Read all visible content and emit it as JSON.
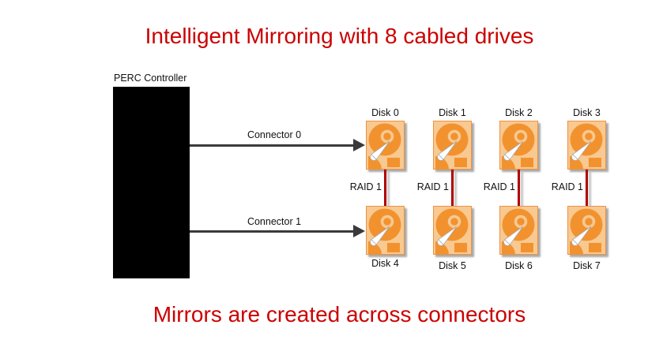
{
  "title": "Intelligent Mirroring with 8 cabled drives",
  "caption": "Mirrors are created across connectors",
  "controller": {
    "label": "PERC Controller"
  },
  "connectors": [
    {
      "label": "Connector 0"
    },
    {
      "label": "Connector 1"
    }
  ],
  "disks": {
    "top": [
      "Disk 0",
      "Disk 1",
      "Disk 2",
      "Disk 3"
    ],
    "bottom": [
      "Disk 4",
      "Disk 5",
      "Disk 6",
      "Disk 7"
    ]
  },
  "raid_labels": [
    "RAID 1",
    "RAID 1",
    "RAID 1",
    "RAID 1"
  ],
  "colors": {
    "heading_red": "#CC0000",
    "mirror_red": "#B20000",
    "arrow_dark": "#3A3A3A",
    "disk_body": "#F8C991",
    "disk_platter": "#F2922F",
    "disk_border": "#EE9343",
    "controller_fill": "#000000",
    "label_text": "#111111"
  }
}
